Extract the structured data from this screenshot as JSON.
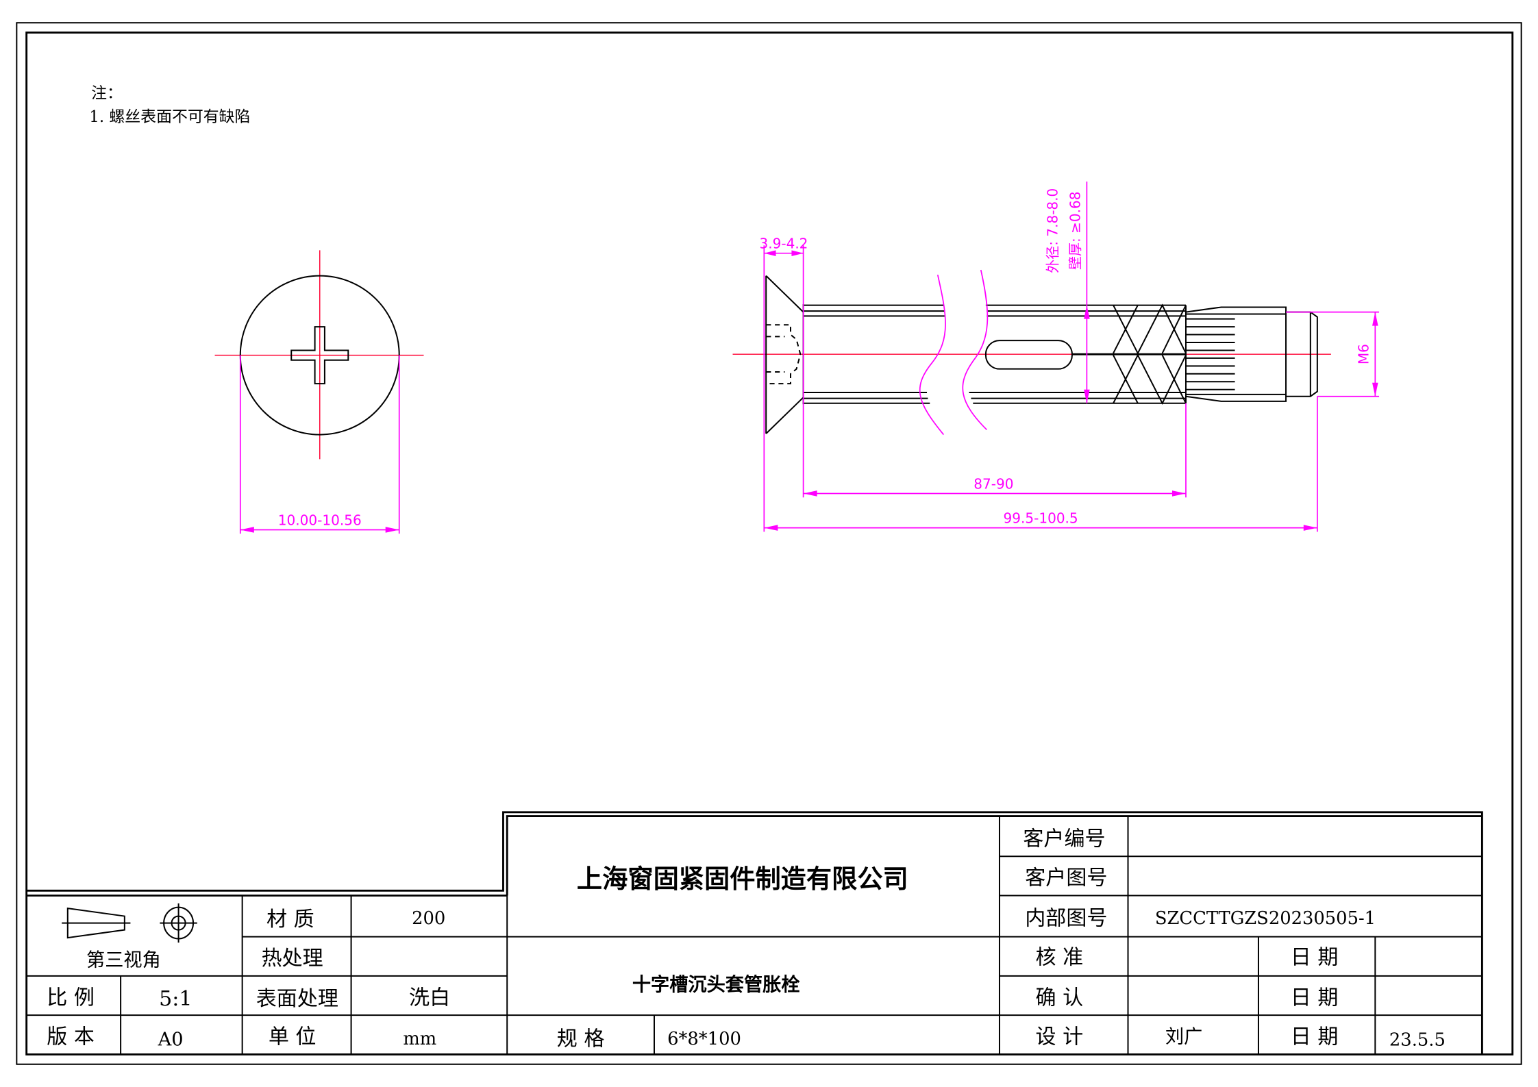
{
  "notes": {
    "title": "注：",
    "items": [
      "1. 螺丝表面不可有缺陷"
    ]
  },
  "dimensions": {
    "head_diameter": "10.00-10.56",
    "head_height": "3.9-4.2",
    "sleeve_length": "87-90",
    "total_length": "99.5-100.5",
    "outer_diameter": "外径: 7.8-8.0",
    "wall_thickness": "壁厚: ≥0.68",
    "thread": "M6"
  },
  "title_block": {
    "projection_label": "第三视角",
    "scale_label": "比 例",
    "scale_value": "5:1",
    "version_label": "版 本",
    "version_value": "A0",
    "material_label": "材 质",
    "material_value": "200",
    "heat_label": "热处理",
    "heat_value": "",
    "surface_label": "表面处理",
    "surface_value": "洗白",
    "unit_label": "单 位",
    "unit_value": "mm",
    "company": "上海窗固紧固件制造有限公司",
    "part_name": "十字槽沉头套管胀栓",
    "spec_label": "规 格",
    "spec_value": "6*8*100",
    "customer_no_label": "客户编号",
    "customer_no_value": "",
    "customer_drawing_label": "客户图号",
    "customer_drawing_value": "",
    "internal_drawing_label": "内部图号",
    "internal_drawing_value": "SZCCTTGZS20230505-1",
    "approve_label": "核 准",
    "approve_value": "",
    "confirm_label": "确 认",
    "confirm_value": "",
    "design_label": "设 计",
    "design_value": "刘广",
    "date_label": "日 期",
    "approve_date": "",
    "confirm_date": "",
    "design_date": "23.5.5"
  }
}
